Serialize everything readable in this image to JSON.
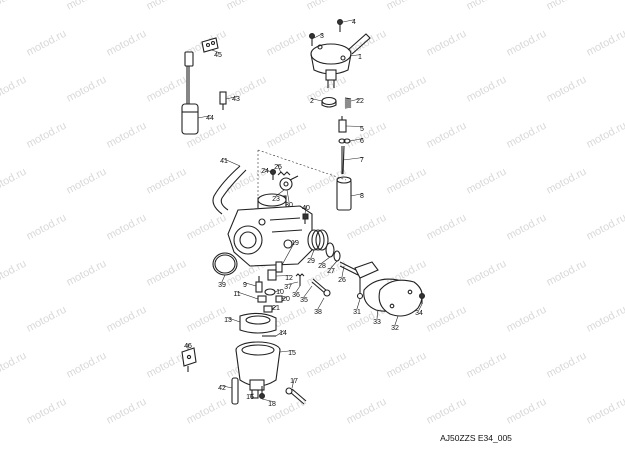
{
  "watermark": "motod.ru",
  "diagram_code": "AJ50ZZS E34_005",
  "callouts": [
    "1",
    "2",
    "3",
    "4",
    "5",
    "6",
    "7",
    "8",
    "9",
    "10",
    "11",
    "12",
    "13",
    "14",
    "15",
    "16",
    "17",
    "18",
    "19",
    "20",
    "21",
    "22",
    "23",
    "24",
    "25",
    "26",
    "27",
    "28",
    "29",
    "30",
    "31",
    "32",
    "33",
    "34",
    "35",
    "36",
    "37",
    "38",
    "39",
    "40",
    "41",
    "42",
    "43",
    "44",
    "45",
    "46"
  ]
}
